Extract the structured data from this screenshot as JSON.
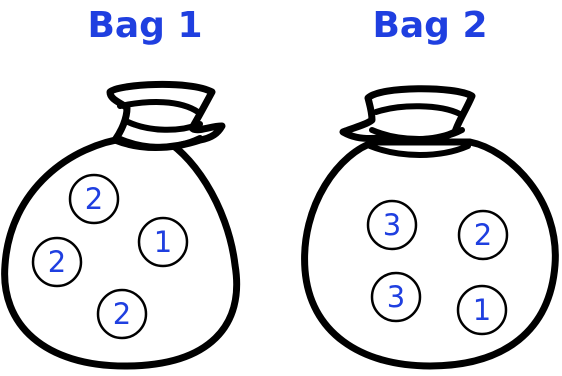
{
  "bags": [
    {
      "title": "Bag 1",
      "balls": [
        {
          "label": "2"
        },
        {
          "label": "1"
        },
        {
          "label": "2"
        },
        {
          "label": "2"
        }
      ]
    },
    {
      "title": "Bag 2",
      "balls": [
        {
          "label": "3"
        },
        {
          "label": "2"
        },
        {
          "label": "3"
        },
        {
          "label": "1"
        }
      ]
    }
  ],
  "colors": {
    "text": "#1f3fe0",
    "outline": "#000000",
    "background": "#ffffff"
  },
  "icons": [
    "bag-icon",
    "ball-icon"
  ]
}
